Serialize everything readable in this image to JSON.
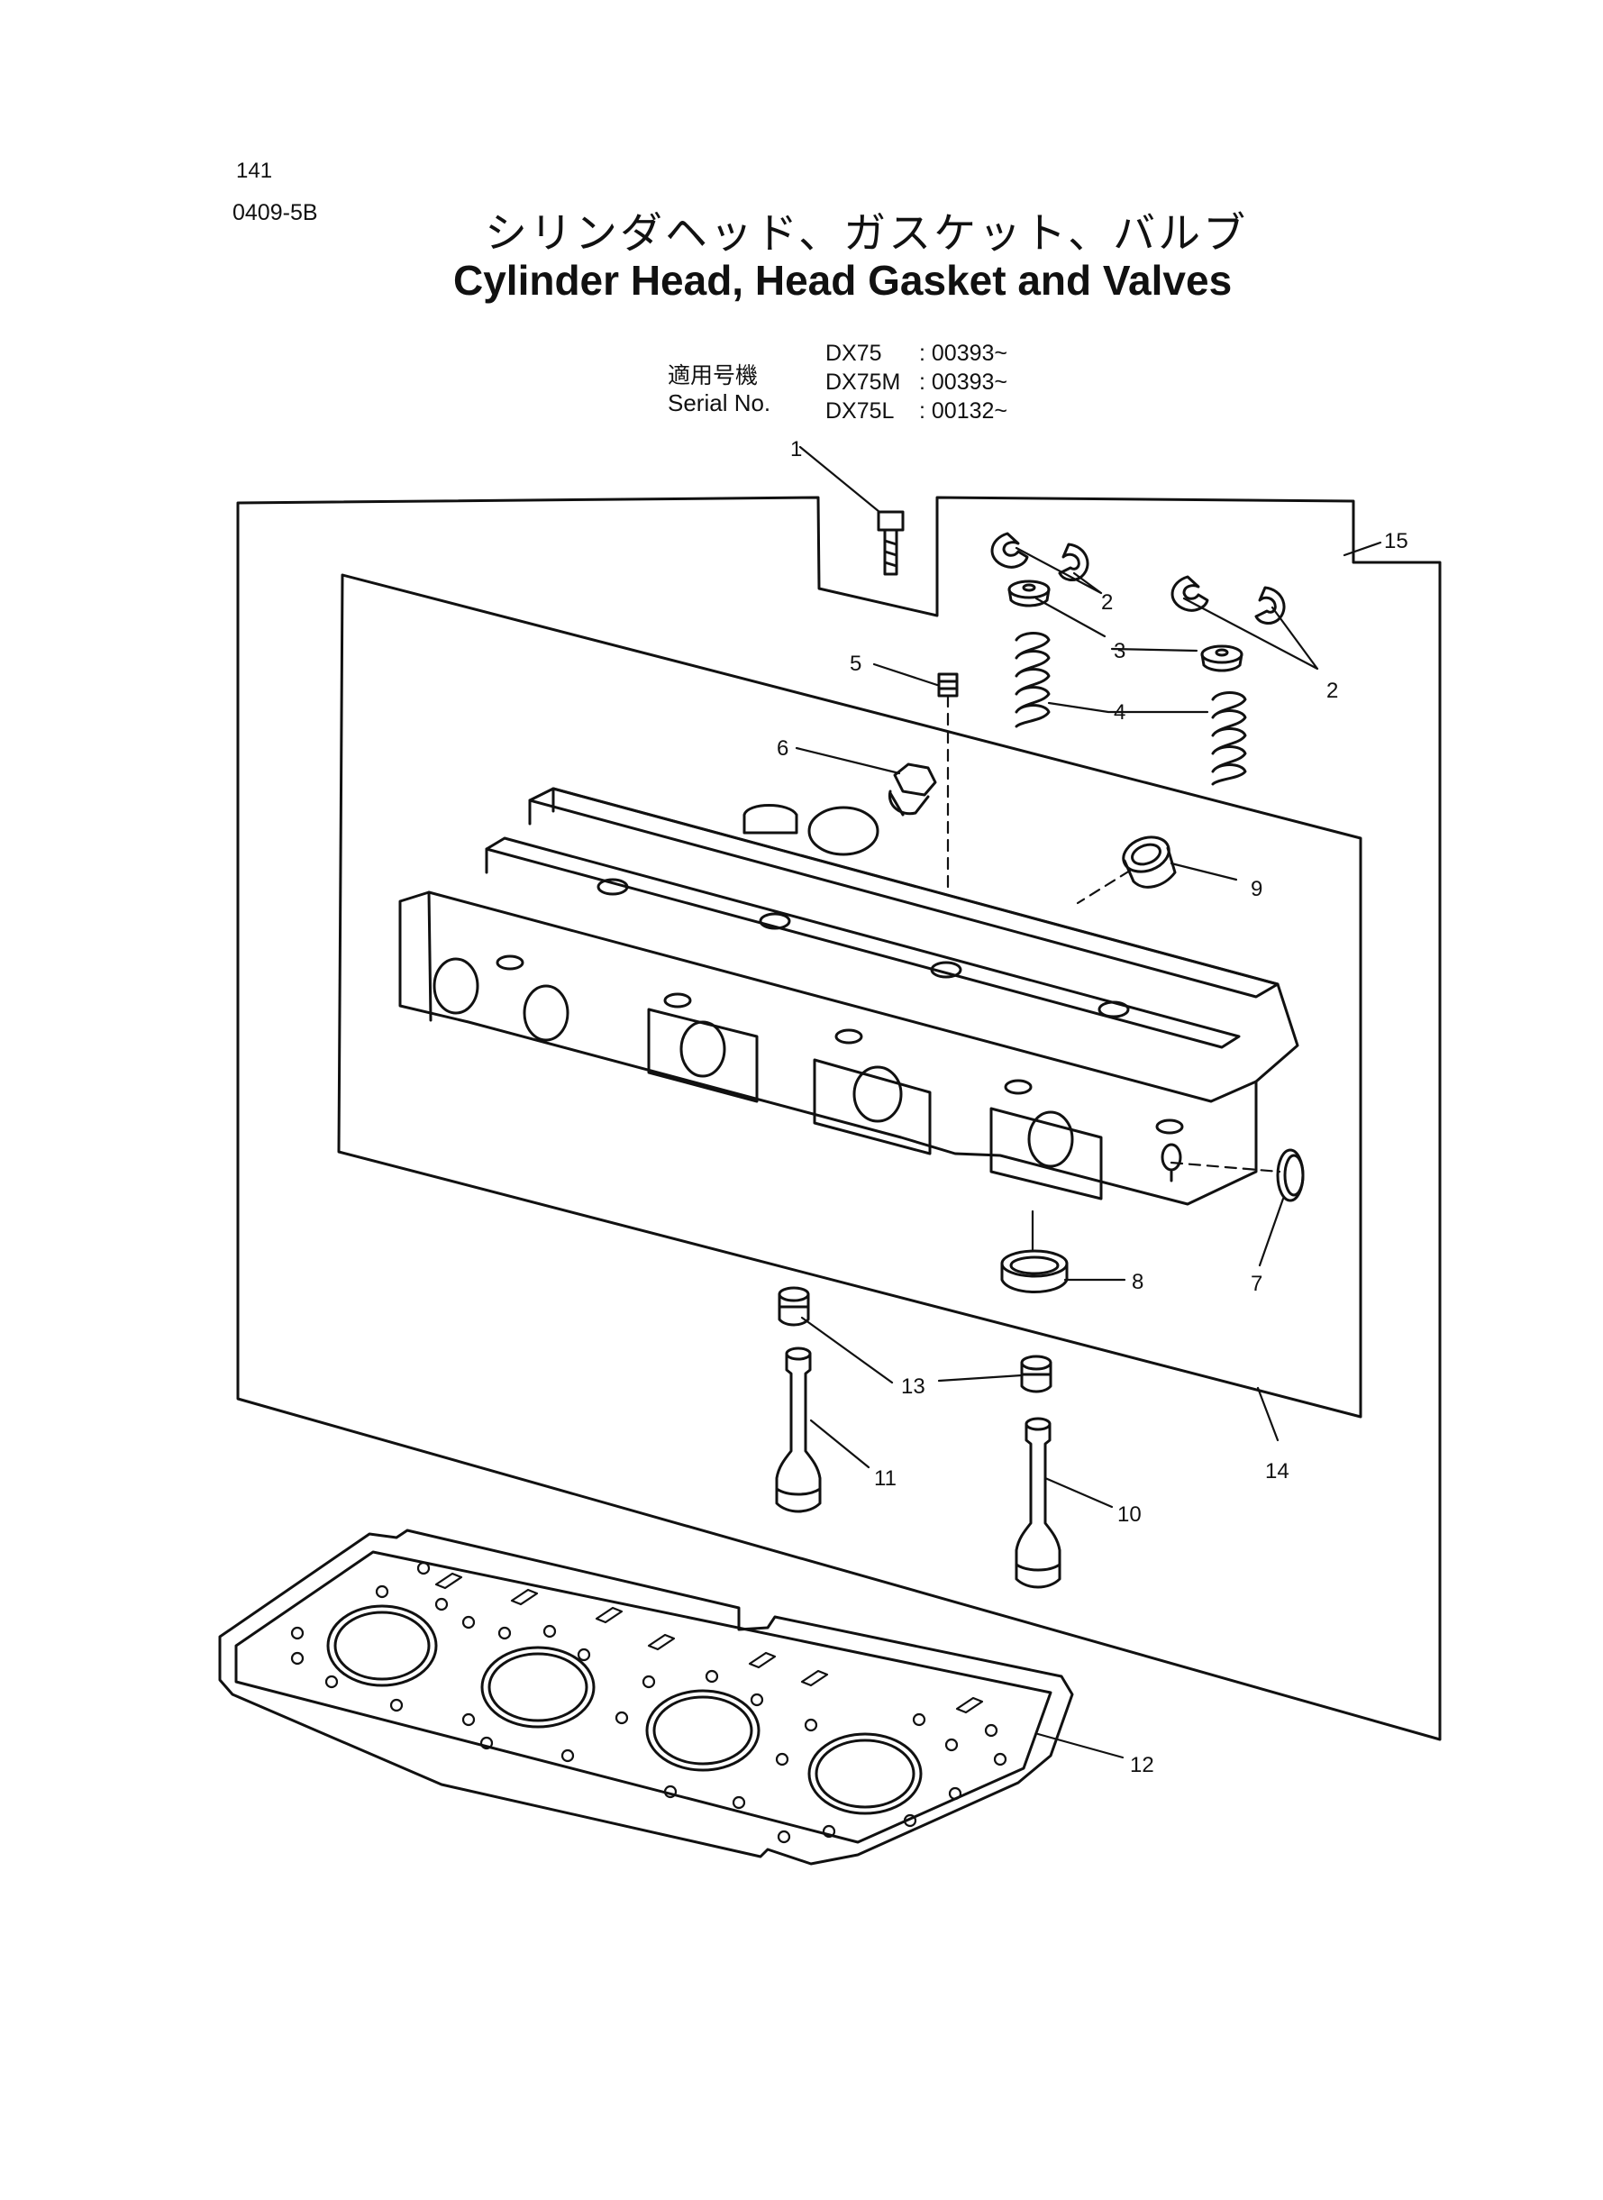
{
  "page": {
    "number": "141",
    "code": "0409-5B"
  },
  "title": {
    "ja": "シリンダヘッド、ガスケット、バルブ",
    "en": "Cylinder Head, Head Gasket and Valves"
  },
  "serial": {
    "label_ja": "適用号機",
    "label_en": "Serial No.",
    "models": [
      {
        "model": "DX75",
        "range": ": 00393~"
      },
      {
        "model": "DX75M",
        "range": ": 00393~"
      },
      {
        "model": "DX75L",
        "range": ": 00132~"
      }
    ]
  },
  "callouts": [
    "1",
    "2",
    "3",
    "2",
    "4",
    "5",
    "6",
    "9",
    "7",
    "8",
    "13",
    "11",
    "10",
    "14",
    "15",
    "12"
  ]
}
